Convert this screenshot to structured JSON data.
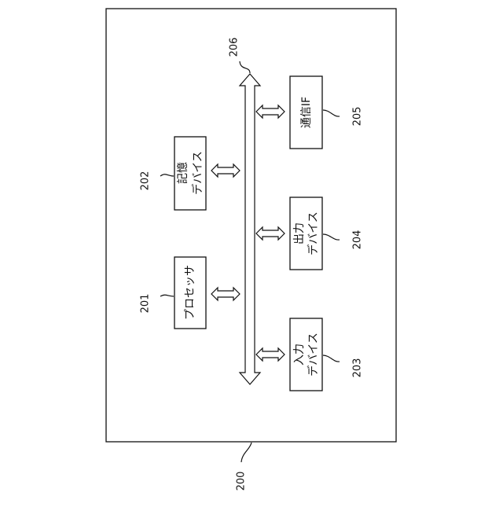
{
  "diagram": {
    "frame": {
      "ref": "200"
    },
    "bus": {
      "ref": "206"
    },
    "components": [
      {
        "id": "processor",
        "ref": "201",
        "lines": [
          "プロセッサ"
        ]
      },
      {
        "id": "storage",
        "ref": "202",
        "lines": [
          "記憶",
          "デバイス"
        ]
      },
      {
        "id": "input",
        "ref": "203",
        "lines": [
          "入力",
          "デバイス"
        ]
      },
      {
        "id": "output",
        "ref": "204",
        "lines": [
          "出力",
          "デバイス"
        ]
      },
      {
        "id": "comm",
        "ref": "205",
        "lines": [
          "通信IF"
        ]
      }
    ]
  }
}
